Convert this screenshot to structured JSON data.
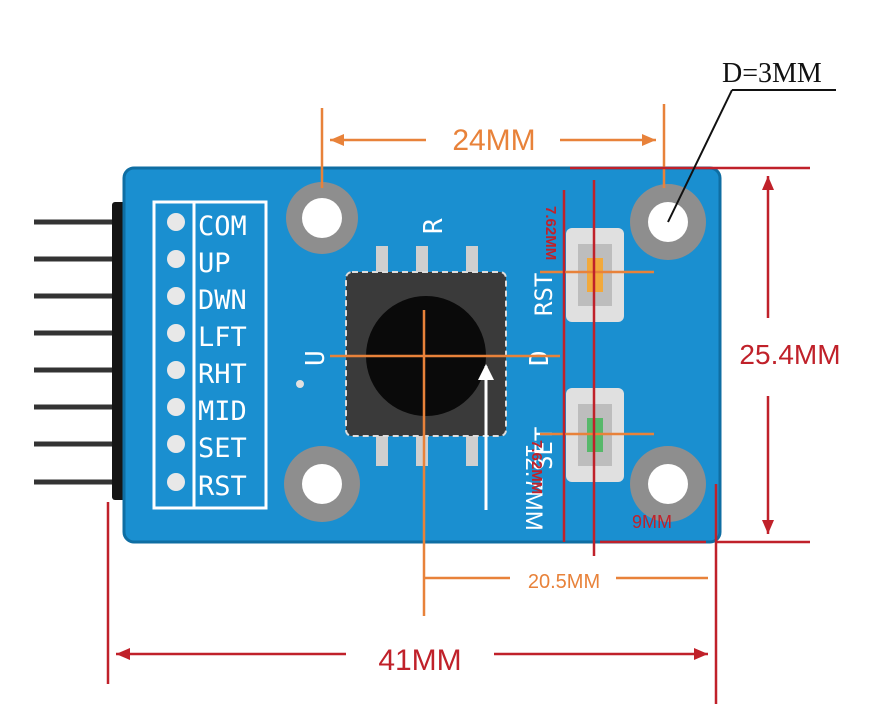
{
  "labels": {
    "pins": [
      "COM",
      "UP",
      "DWN",
      "LFT",
      "RHT",
      "MID",
      "SET",
      "RST"
    ],
    "joystick": {
      "up": "U",
      "right": "R",
      "down": "D"
    },
    "switch_rst": "RST",
    "switch_set": "SET"
  },
  "dimensions": {
    "hole_pitch": "24MM",
    "hole_diameter": "D=3MM",
    "height": "25.4MM",
    "width": "41MM",
    "joystick_offset": "20.5MM",
    "joystick_pitch": "12.7MM",
    "switch_pitch_top": "7.62MM",
    "switch_pitch_bottom": "7.62MM",
    "edge_offset": "9MM"
  },
  "colors": {
    "board": "#1a8fd0",
    "silkscreen": "#ffffff",
    "dim_orange": "#e8823a",
    "dim_red": "#c0212a",
    "led_rst": "#f2a93b",
    "led_set": "#57b86a"
  }
}
